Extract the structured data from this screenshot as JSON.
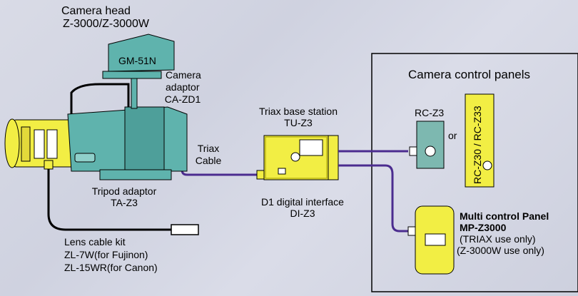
{
  "camera_head": {
    "title": "Camera head",
    "model": "Z-3000/Z-3000W"
  },
  "viewfinder": {
    "model": "GM-51N"
  },
  "camera_adaptor": {
    "line1": "Camera",
    "line2": "adaptor",
    "model": "CA-ZD1"
  },
  "tripod_adaptor": {
    "title": "Tripod adaptor",
    "model": "TA-Z3"
  },
  "triax_cable": {
    "line1": "Triax",
    "line2": "Cable"
  },
  "base_station": {
    "title": "Triax base station",
    "model": "TU-Z3"
  },
  "digital_interface": {
    "title": "D1 digital interface",
    "model": "DI-Z3"
  },
  "lens_cable": {
    "title": "Lens cable kit",
    "line1": "ZL-7W(for Fujinon)",
    "line2": "ZL-15WR(for Canon)"
  },
  "control_panels": {
    "title": "Camera control panels",
    "rc_z3": "RC-Z3",
    "or": "or",
    "rc_z30": "RC-Z30 / RC-Z33",
    "mp": {
      "title": "Multi control Panel",
      "model": "MP-Z3000",
      "note1": "(TRIAX use only)",
      "note2": "(Z-3000W use only)"
    }
  },
  "colors": {
    "device_yellow": "#f2ee44",
    "camera_teal": "#5fb3ad",
    "cable_purple": "#4b2c8f",
    "panel_teal": "#7db8b0"
  }
}
